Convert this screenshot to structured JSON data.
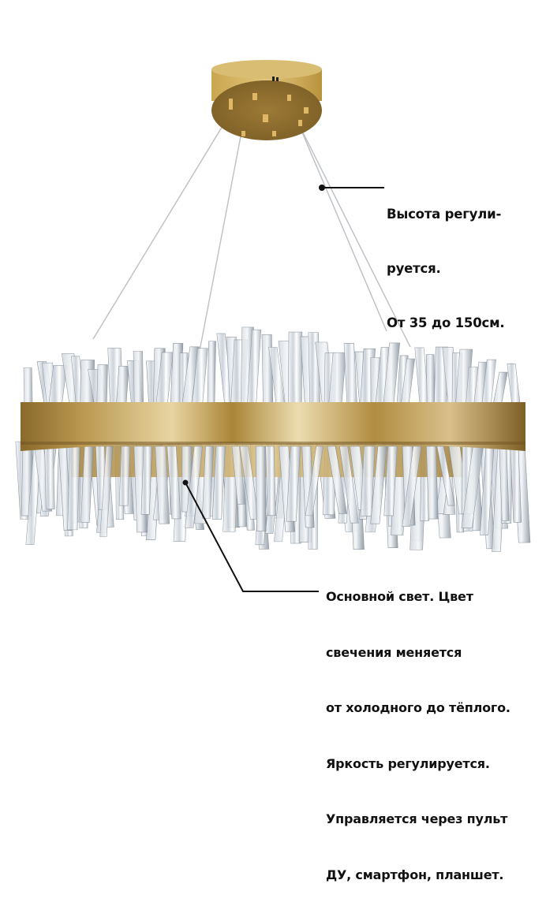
{
  "product": {
    "type": "chandelier",
    "colors": {
      "gold": "#b08a3c",
      "gold_light": "#e6cf94",
      "gold_dark": "#7a5a20",
      "crystal": "#e9edf1",
      "crystal_shadow": "#9aa3ad",
      "line": "#111111",
      "background": "#ffffff"
    }
  },
  "callouts": {
    "height": {
      "lines": [
        "Высота регули-",
        "руется.",
        "От 35 до 150см."
      ]
    },
    "light": {
      "lines": [
        "Основной свет. Цвет",
        "свечения меняется",
        "от холодного до тёплого.",
        "Яркость регулируется.",
        "Управляется через пульт",
        "ДУ, смартфон, планшет."
      ]
    }
  }
}
